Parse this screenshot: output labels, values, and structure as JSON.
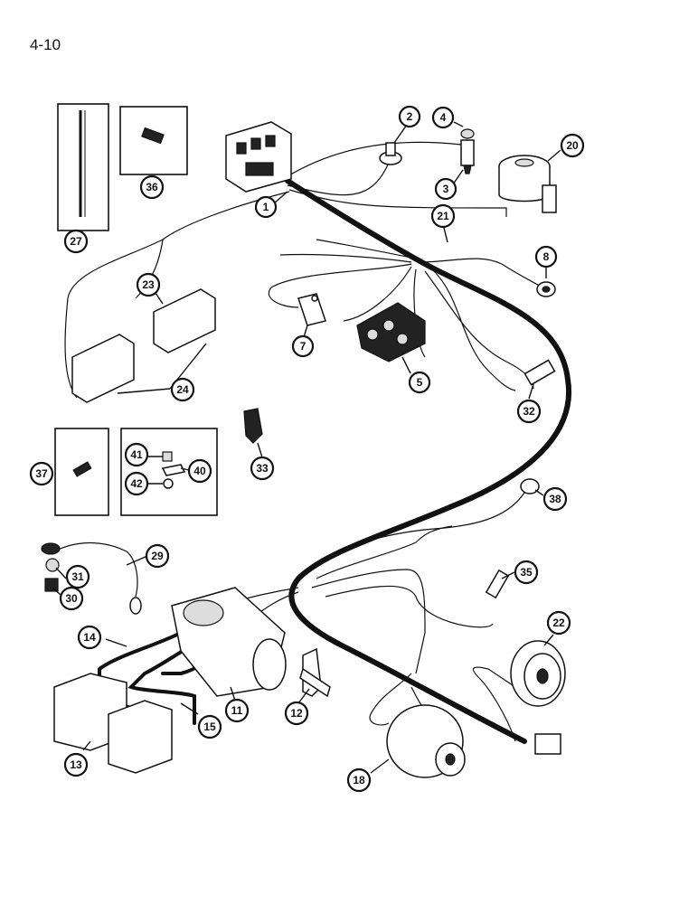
{
  "page_number": "4-10",
  "callouts": {
    "c1": "1",
    "c2": "2",
    "c3": "3",
    "c4": "4",
    "c5": "5",
    "c7": "7",
    "c8": "8",
    "c11": "11",
    "c12": "12",
    "c13": "13",
    "c14": "14",
    "c15": "15",
    "c18": "18",
    "c20": "20",
    "c21": "21",
    "c22": "22",
    "c23": "23",
    "c24": "24",
    "c27": "27",
    "c29": "29",
    "c30": "30",
    "c31": "31",
    "c32": "32",
    "c33": "33",
    "c35": "35",
    "c36": "36",
    "c37": "37",
    "c38": "38",
    "c40": "40",
    "c41": "41",
    "c42": "42"
  }
}
